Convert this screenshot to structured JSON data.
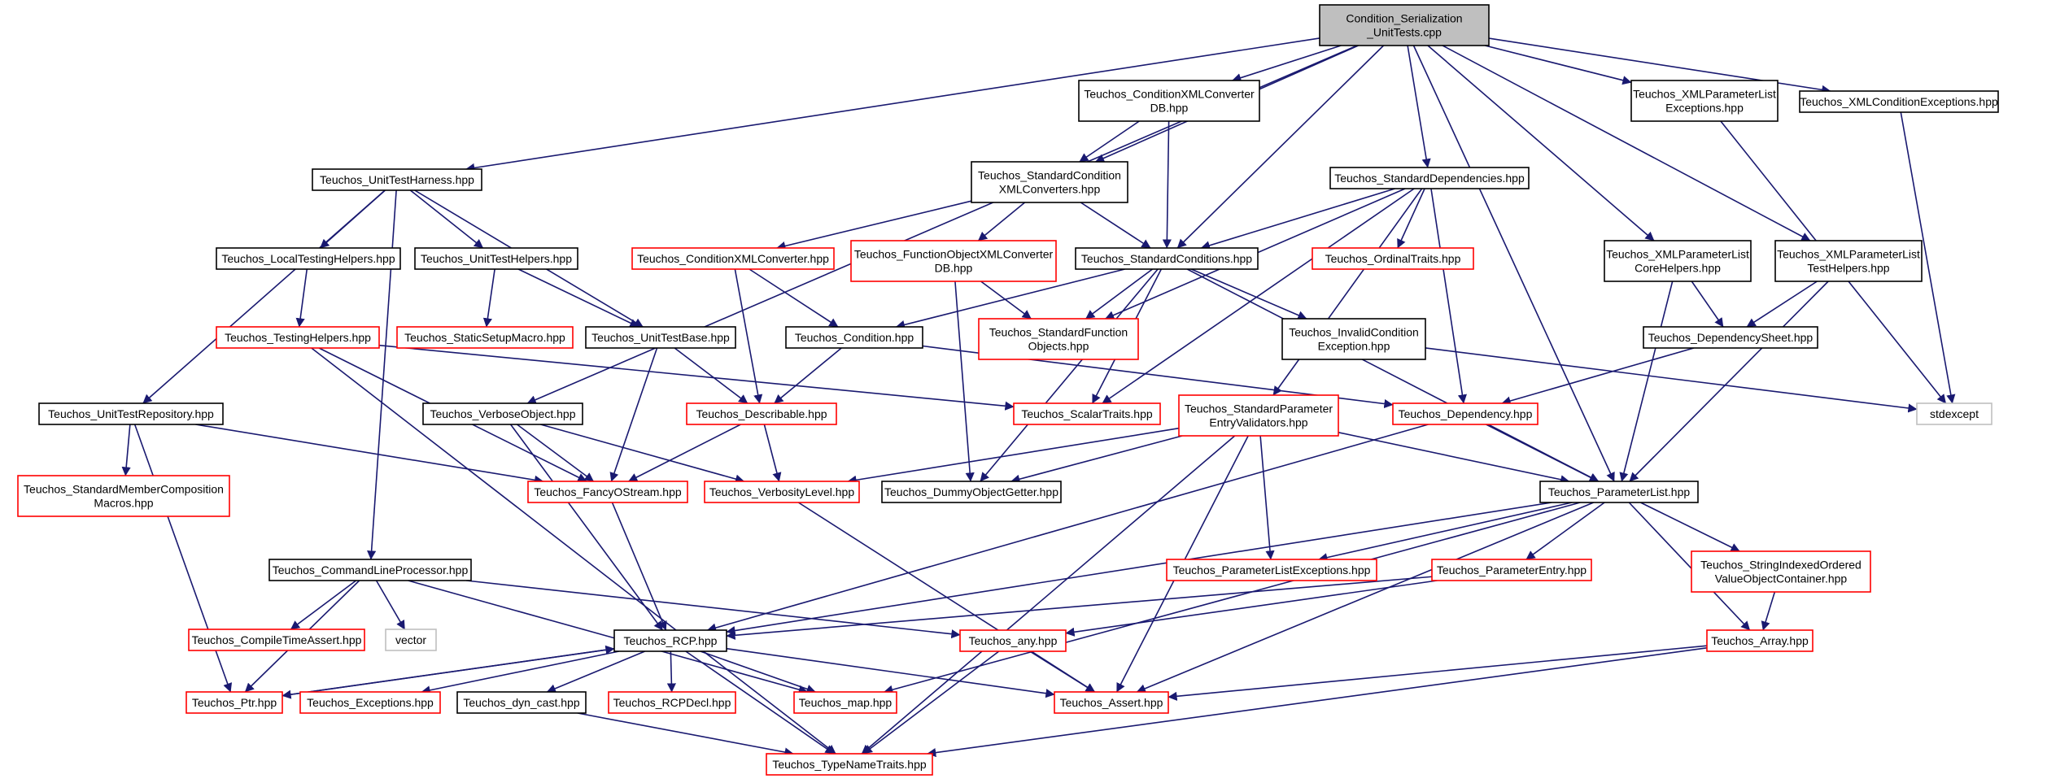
{
  "diagram": {
    "title": "",
    "colors": {
      "root_fill": "#bfbfbf",
      "border_black": "#000000",
      "border_red": "#ff0000",
      "border_gray": "#bfbfbf",
      "edge": "#191970",
      "node_fill": "#ffffff"
    },
    "nodes": [
      {
        "id": "root",
        "lines": [
          "Condition_Serialization",
          "_UnitTests.cpp"
        ],
        "style": "root"
      },
      {
        "id": "cxmldb",
        "lines": [
          "Teuchos_ConditionXMLConverter",
          "DB.hpp"
        ],
        "style": "black"
      },
      {
        "id": "xmlplexc",
        "lines": [
          "Teuchos_XMLParameterList",
          "Exceptions.hpp"
        ],
        "style": "black"
      },
      {
        "id": "xmlcondexc",
        "lines": [
          "Teuchos_XMLConditionExceptions.hpp"
        ],
        "style": "black"
      },
      {
        "id": "uth",
        "lines": [
          "Teuchos_UnitTestHarness.hpp"
        ],
        "style": "black"
      },
      {
        "id": "scxml",
        "lines": [
          "Teuchos_StandardCondition",
          "XMLConverters.hpp"
        ],
        "style": "black"
      },
      {
        "id": "stddep",
        "lines": [
          "Teuchos_StandardDependencies.hpp"
        ],
        "style": "black"
      },
      {
        "id": "localtest",
        "lines": [
          "Teuchos_LocalTestingHelpers.hpp"
        ],
        "style": "black"
      },
      {
        "id": "uthelp",
        "lines": [
          "Teuchos_UnitTestHelpers.hpp"
        ],
        "style": "black"
      },
      {
        "id": "condxmlconv",
        "lines": [
          "Teuchos_ConditionXMLConverter.hpp"
        ],
        "style": "red"
      },
      {
        "id": "fobjxmldb",
        "lines": [
          "Teuchos_FunctionObjectXMLConverter",
          "DB.hpp"
        ],
        "style": "red"
      },
      {
        "id": "stdcond",
        "lines": [
          "Teuchos_StandardConditions.hpp"
        ],
        "style": "black"
      },
      {
        "id": "ordtraits",
        "lines": [
          "Teuchos_OrdinalTraits.hpp"
        ],
        "style": "red"
      },
      {
        "id": "xmlplcore",
        "lines": [
          "Teuchos_XMLParameterList",
          "CoreHelpers.hpp"
        ],
        "style": "black"
      },
      {
        "id": "xmlpltest",
        "lines": [
          "Teuchos_XMLParameterList",
          "TestHelpers.hpp"
        ],
        "style": "black"
      },
      {
        "id": "testhelp",
        "lines": [
          "Teuchos_TestingHelpers.hpp"
        ],
        "style": "red"
      },
      {
        "id": "staticsetup",
        "lines": [
          "Teuchos_StaticSetupMacro.hpp"
        ],
        "style": "red"
      },
      {
        "id": "utbase",
        "lines": [
          "Teuchos_UnitTestBase.hpp"
        ],
        "style": "black"
      },
      {
        "id": "cond",
        "lines": [
          "Teuchos_Condition.hpp"
        ],
        "style": "black"
      },
      {
        "id": "stdfunc",
        "lines": [
          "Teuchos_StandardFunction",
          "Objects.hpp"
        ],
        "style": "red"
      },
      {
        "id": "invcond",
        "lines": [
          "Teuchos_InvalidCondition",
          "Exception.hpp"
        ],
        "style": "black"
      },
      {
        "id": "depsheet",
        "lines": [
          "Teuchos_DependencySheet.hpp"
        ],
        "style": "black"
      },
      {
        "id": "utrepo",
        "lines": [
          "Teuchos_UnitTestRepository.hpp"
        ],
        "style": "black"
      },
      {
        "id": "verbobj",
        "lines": [
          "Teuchos_VerboseObject.hpp"
        ],
        "style": "black"
      },
      {
        "id": "describ",
        "lines": [
          "Teuchos_Describable.hpp"
        ],
        "style": "red"
      },
      {
        "id": "scalartraits",
        "lines": [
          "Teuchos_ScalarTraits.hpp"
        ],
        "style": "red"
      },
      {
        "id": "stdparamval",
        "lines": [
          "Teuchos_StandardParameter",
          "EntryValidators.hpp"
        ],
        "style": "red"
      },
      {
        "id": "dependency",
        "lines": [
          "Teuchos_Dependency.hpp"
        ],
        "style": "red"
      },
      {
        "id": "stdexcept",
        "lines": [
          "stdexcept"
        ],
        "style": "gray"
      },
      {
        "id": "stdmember",
        "lines": [
          "Teuchos_StandardMemberComposition",
          "Macros.hpp"
        ],
        "style": "red"
      },
      {
        "id": "fancy",
        "lines": [
          "Teuchos_FancyOStream.hpp"
        ],
        "style": "red"
      },
      {
        "id": "verblevel",
        "lines": [
          "Teuchos_VerbosityLevel.hpp"
        ],
        "style": "red"
      },
      {
        "id": "dummy",
        "lines": [
          "Teuchos_DummyObjectGetter.hpp"
        ],
        "style": "black"
      },
      {
        "id": "paramlist",
        "lines": [
          "Teuchos_ParameterList.hpp"
        ],
        "style": "black"
      },
      {
        "id": "clp",
        "lines": [
          "Teuchos_CommandLineProcessor.hpp"
        ],
        "style": "black"
      },
      {
        "id": "plexc",
        "lines": [
          "Teuchos_ParameterListExceptions.hpp"
        ],
        "style": "red"
      },
      {
        "id": "paramentry",
        "lines": [
          "Teuchos_ParameterEntry.hpp"
        ],
        "style": "red"
      },
      {
        "id": "strindexed",
        "lines": [
          "Teuchos_StringIndexedOrdered",
          "ValueObjectContainer.hpp"
        ],
        "style": "red"
      },
      {
        "id": "cta",
        "lines": [
          "Teuchos_CompileTimeAssert.hpp"
        ],
        "style": "red"
      },
      {
        "id": "vector",
        "lines": [
          "vector"
        ],
        "style": "gray"
      },
      {
        "id": "rcp",
        "lines": [
          "Teuchos_RCP.hpp"
        ],
        "style": "black"
      },
      {
        "id": "any",
        "lines": [
          "Teuchos_any.hpp"
        ],
        "style": "red"
      },
      {
        "id": "array",
        "lines": [
          "Teuchos_Array.hpp"
        ],
        "style": "red"
      },
      {
        "id": "ptr",
        "lines": [
          "Teuchos_Ptr.hpp"
        ],
        "style": "red"
      },
      {
        "id": "exceptions",
        "lines": [
          "Teuchos_Exceptions.hpp"
        ],
        "style": "red"
      },
      {
        "id": "dyncast",
        "lines": [
          "Teuchos_dyn_cast.hpp"
        ],
        "style": "black"
      },
      {
        "id": "rcpdecl",
        "lines": [
          "Teuchos_RCPDecl.hpp"
        ],
        "style": "red"
      },
      {
        "id": "map",
        "lines": [
          "Teuchos_map.hpp"
        ],
        "style": "red"
      },
      {
        "id": "assert",
        "lines": [
          "Teuchos_Assert.hpp"
        ],
        "style": "red"
      },
      {
        "id": "typename",
        "lines": [
          "Teuchos_TypeNameTraits.hpp"
        ],
        "style": "red"
      }
    ],
    "edges": [
      [
        "root",
        "cxmldb"
      ],
      [
        "root",
        "xmlplexc"
      ],
      [
        "root",
        "xmlcondexc"
      ],
      [
        "root",
        "uth"
      ],
      [
        "root",
        "scxml"
      ],
      [
        "root",
        "stddep"
      ],
      [
        "root",
        "stdcond"
      ],
      [
        "root",
        "xmlplcore"
      ],
      [
        "root",
        "xmlpltest"
      ],
      [
        "root",
        "verbobj"
      ],
      [
        "root",
        "paramlist"
      ],
      [
        "cxmldb",
        "scxml"
      ],
      [
        "cxmldb",
        "stdcond"
      ],
      [
        "xmlcondexc",
        "stdexcept"
      ],
      [
        "xmlplexc",
        "stdexcept"
      ],
      [
        "uth",
        "localtest"
      ],
      [
        "uth",
        "uthelp"
      ],
      [
        "uth",
        "utbase"
      ],
      [
        "uth",
        "utrepo"
      ],
      [
        "uth",
        "clp"
      ],
      [
        "scxml",
        "condxmlconv"
      ],
      [
        "scxml",
        "fobjxmldb"
      ],
      [
        "scxml",
        "stdcond"
      ],
      [
        "stddep",
        "stdcond"
      ],
      [
        "stddep",
        "ordtraits"
      ],
      [
        "stddep",
        "stdfunc"
      ],
      [
        "stddep",
        "scalartraits"
      ],
      [
        "stddep",
        "stdparamval"
      ],
      [
        "stddep",
        "dependency"
      ],
      [
        "localtest",
        "testhelp"
      ],
      [
        "uthelp",
        "staticsetup"
      ],
      [
        "uthelp",
        "utbase"
      ],
      [
        "condxmlconv",
        "cond"
      ],
      [
        "condxmlconv",
        "describ"
      ],
      [
        "fobjxmldb",
        "stdfunc"
      ],
      [
        "fobjxmldb",
        "dummy"
      ],
      [
        "stdcond",
        "cond"
      ],
      [
        "stdcond",
        "stdfunc"
      ],
      [
        "stdcond",
        "invcond"
      ],
      [
        "stdcond",
        "scalartraits"
      ],
      [
        "stdcond",
        "dummy"
      ],
      [
        "stdcond",
        "paramlist"
      ],
      [
        "xmlplcore",
        "depsheet"
      ],
      [
        "xmlplcore",
        "paramlist"
      ],
      [
        "xmlpltest",
        "depsheet"
      ],
      [
        "xmlpltest",
        "paramlist"
      ],
      [
        "testhelp",
        "fancy"
      ],
      [
        "testhelp",
        "scalartraits"
      ],
      [
        "testhelp",
        "typename"
      ],
      [
        "utbase",
        "describ"
      ],
      [
        "utbase",
        "fancy"
      ],
      [
        "cond",
        "describ"
      ],
      [
        "cond",
        "dependency"
      ],
      [
        "invcond",
        "stdexcept"
      ],
      [
        "depsheet",
        "dependency"
      ],
      [
        "utrepo",
        "stdmember"
      ],
      [
        "utrepo",
        "fancy"
      ],
      [
        "utrepo",
        "ptr"
      ],
      [
        "verbobj",
        "fancy"
      ],
      [
        "verbobj",
        "verblevel"
      ],
      [
        "verbobj",
        "rcp"
      ],
      [
        "describ",
        "fancy"
      ],
      [
        "describ",
        "verblevel"
      ],
      [
        "stdparamval",
        "verblevel"
      ],
      [
        "stdparamval",
        "dummy"
      ],
      [
        "stdparamval",
        "paramlist"
      ],
      [
        "stdparamval",
        "plexc"
      ],
      [
        "stdparamval",
        "assert"
      ],
      [
        "stdparamval",
        "typename"
      ],
      [
        "dependency",
        "paramlist"
      ],
      [
        "dependency",
        "rcp"
      ],
      [
        "fancy",
        "rcp"
      ],
      [
        "verblevel",
        "assert"
      ],
      [
        "paramlist",
        "plexc"
      ],
      [
        "paramlist",
        "paramentry"
      ],
      [
        "paramlist",
        "strindexed"
      ],
      [
        "paramlist",
        "array"
      ],
      [
        "paramlist",
        "rcp"
      ],
      [
        "paramlist",
        "map"
      ],
      [
        "paramlist",
        "assert"
      ],
      [
        "clp",
        "cta"
      ],
      [
        "clp",
        "vector"
      ],
      [
        "clp",
        "ptr"
      ],
      [
        "clp",
        "map"
      ],
      [
        "clp",
        "any"
      ],
      [
        "paramentry",
        "rcp"
      ],
      [
        "paramentry",
        "any"
      ],
      [
        "strindexed",
        "array"
      ],
      [
        "rcp",
        "ptr"
      ],
      [
        "rcp",
        "exceptions"
      ],
      [
        "rcp",
        "dyncast"
      ],
      [
        "rcp",
        "rcpdecl"
      ],
      [
        "rcp",
        "map"
      ],
      [
        "rcp",
        "assert"
      ],
      [
        "rcp",
        "typename"
      ],
      [
        "any",
        "assert"
      ],
      [
        "any",
        "typename"
      ],
      [
        "array",
        "assert"
      ],
      [
        "array",
        "typename"
      ],
      [
        "ptr",
        "rcp"
      ],
      [
        "dyncast",
        "typename"
      ]
    ]
  }
}
